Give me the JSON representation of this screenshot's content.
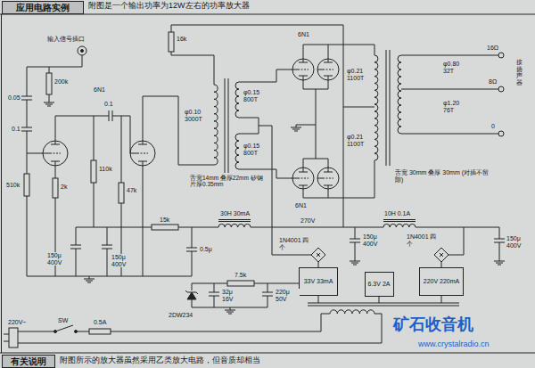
{
  "diagram": {
    "nodes": [
      {
        "text": [
          "应用电路实例"
        ]
      },
      {
        "text": [
          "33V 33mA"
        ]
      },
      {
        "text": [
          "6.3V 2A"
        ]
      },
      {
        "text": [
          "220V 220mA"
        ]
      },
      {
        "text": [
          "有关说明"
        ]
      }
    ],
    "labels": [
      "附图是一个输出功率为12W左右的功率放大器",
      "输入信号插口",
      "200k",
      "0.05",
      "0.1",
      "510k",
      "2k",
      "6N1",
      "0.1",
      "110k",
      "47k",
      "16k",
      "φ0.10 3000T",
      "φ0.15 800T",
      "φ0.15 800T",
      "舌宽14mm 叠厚22mm 矽钢片厚0.35mm",
      "6N1",
      "6N1",
      "φ0.21 1100T",
      "φ0.21 1100T",
      "φ0.80 32T",
      "φ1.20 76T",
      "16Ω",
      "8Ω",
      "0",
      "接扬声器",
      "舌宽 30mm 叠厚 30mm (对插不留隙)",
      "30H 30mA",
      "15k",
      "270V",
      "10H 0.1A",
      "150μ 400V",
      "150μ 400V",
      "0.5μ",
      "1N4001 四个",
      "1N4001 四个",
      "150μ 400V",
      "150μ 400V",
      "7.5k",
      "2DW234",
      "32μ 16V",
      "220μ 50V",
      "220V~",
      "SW",
      "0.5A",
      "矿石收音机",
      "www.crystalradio.cn",
      "附图所示的放大器虽然采用乙类放大电路，但音质却相当"
    ]
  }
}
